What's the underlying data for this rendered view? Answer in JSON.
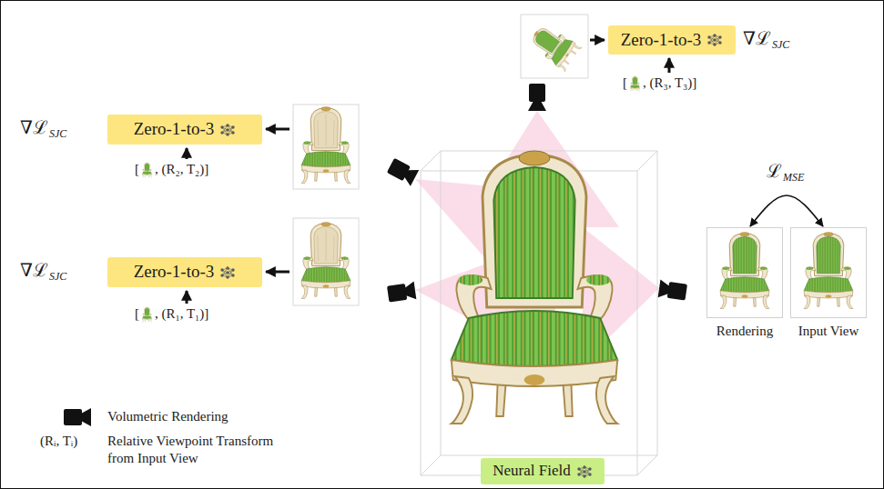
{
  "diagram": {
    "nodes": [
      {
        "text": [
          "Zero-1-to-3"
        ]
      },
      {
        "text": [
          "Zero-1-to-3"
        ]
      },
      {
        "text": [
          "Zero-1-to-3"
        ]
      },
      {
        "text": [
          "Rendering"
        ]
      },
      {
        "text": [
          "Input View"
        ]
      },
      {
        "text": [
          "Neural Field"
        ]
      }
    ],
    "edges": [
      {
        "from": 3,
        "to": 4,
        "arrow": "both"
      }
    ],
    "labels": [
      "∇ℒ",
      "SJC",
      "[",
      ", (R₃, T₃)]",
      "∇ℒ",
      "SJC",
      "[",
      ", (R₂, T₂)]",
      "∇ℒ",
      "SJC",
      "[",
      ", (R₁, T₁)]",
      "ℒ",
      "MSE",
      "(Rᵢ, Tᵢ)"
    ],
    "legend": [
      {
        "text": "Volumetric Rendering"
      },
      {
        "text": "Relative Viewpoint Transform from Input View"
      }
    ]
  }
}
